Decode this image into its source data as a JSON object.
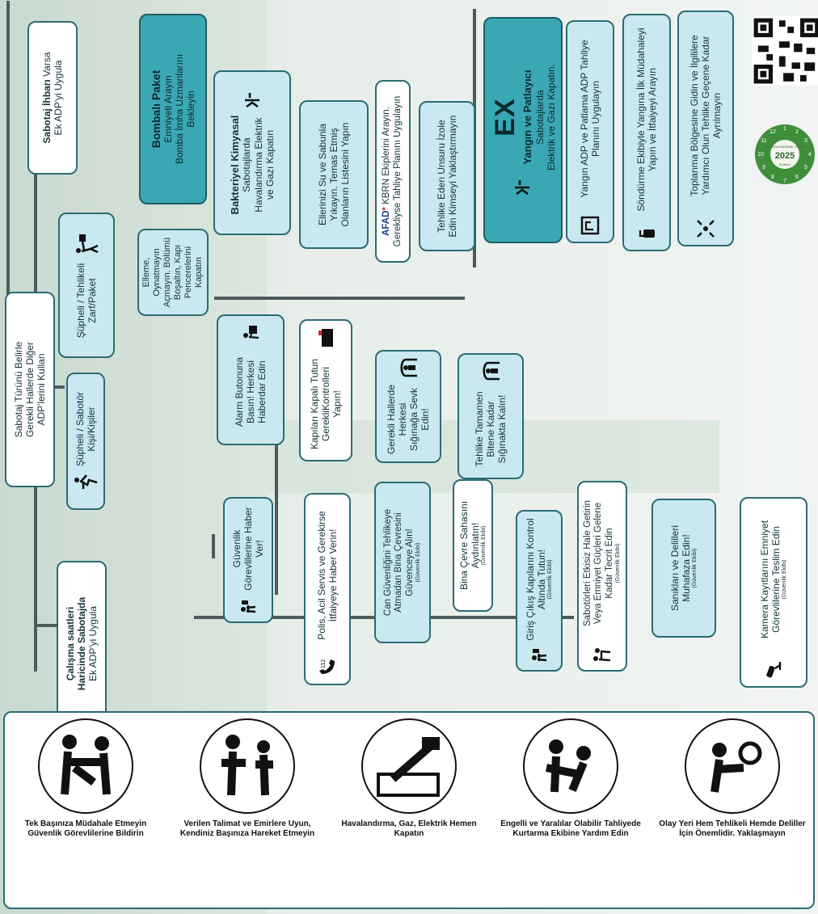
{
  "flow": {
    "top_left": {
      "line1": "Çalışma saatleri",
      "line2": "Haricinde Sabotajda",
      "line3": "Ek ADP'yi Uygula"
    },
    "top_center": {
      "line1": "Sabotaj Türünü Belirle",
      "line2": "Gerekli Hallerde Diğer",
      "line3": "ADP'lerini Kullan"
    },
    "top_right": {
      "line1": "Sabotaj İhbarı Varsa",
      "line2": "Ek ADP'yi Uygula"
    },
    "branch_persons": {
      "line1": "Şüpheli / Sabotör",
      "line2": "Kişi/Kişiler"
    },
    "branch_package": {
      "line1": "Şüpheli / Tehlikeli",
      "line2": "Zarf/Paket"
    },
    "package_note": {
      "line1": "Elleme, Oynatmayın",
      "line2": "Açmayın. Bölümü",
      "line3": "Boşaltın, Kapı Pencerelerini",
      "line4": "Kapatın"
    },
    "bomb": {
      "title": "Bombalı Paket",
      "line1": "Emniyeti Arayın",
      "line2": "Bomba İmha Uzmanlarını",
      "line3": "Bekleyin"
    },
    "left_column": [
      {
        "text": "Güvenlik Görevlilerine Haber Ver!",
        "sub": ""
      },
      {
        "text": "Polis, Acil Servis ve Gerekirse İtfaiyeye Haber Verin!",
        "sub": ""
      },
      {
        "text": "Can Güvenliğini Tehlikeye Atmadan Bina Çevresini Güvenceye Alın!",
        "sub": "(Güvenlik Ekibi)"
      },
      {
        "text": "Bina Çevre Sahasını Aydınlatın!",
        "sub": "(Güvenlik Ekibi)"
      },
      {
        "text": "Giriş Çıkış Kapılarını Kontrol Altında Tutun!",
        "sub": "(Güvenlik Ekibi)"
      },
      {
        "text": "Sabotörleri Etkisiz Hale Getirin Veya Emniyet Güçleri Gelene Kadar Tecrit Edin",
        "sub": "(Güvenlik Ekibi)"
      },
      {
        "text": "Sanıkları ve Delilleri Muhafaza Edin!",
        "sub": "(Güvenlik Ekibi)"
      },
      {
        "text": "Kamera Kayıtlarını Emniyet Görevlilerine Teslim Edin",
        "sub": "(Güvenlik Ekibi)"
      }
    ],
    "mid_column": [
      {
        "text": "Alarm Butonuna Basın! Herkesi Haberdar Edin"
      },
      {
        "text": "Kapıları Kapalı Tutun GerekliKontrolleri Yapın!"
      },
      {
        "text": "Gerekli Hallerde Herkesi Sığınağa Sevk Edin!"
      },
      {
        "text": "Tehlike Tamamen Bitene Kadar Sığınakta Kalın!"
      }
    ],
    "chem": {
      "title": "Bakteriyel Kimyasal",
      "line1": "Sabotajlarda",
      "line2": "Havalandırma Elektrik",
      "line3": "ve Gazı Kapatın",
      "items": [
        {
          "text": "Ellerinizi Su ve Sabunla Yıkayın. Temas Etmiş Olanların Listesini Yapın"
        },
        {
          "afad": "AFAD",
          "text": "KBRN Ekiplerini Arayın. Gerekliyse Tahliye Planını Uygulayın"
        },
        {
          "text": "Tehlike Eden Unsuru İzole Edin Kimseyi Yaklaştırmayın"
        }
      ]
    },
    "fire": {
      "ex": "EX",
      "title": "Yangın ve Patlayıcı",
      "line1": "Sabotajlarda",
      "line2": "Elektrik ve Gazı Kapatın.",
      "items": [
        {
          "text": "Yangın ADP ve Patlama ADP Tahliye Planını Uygulayın"
        },
        {
          "text": "Söndürme Ekibiyle Yangına İlk Müdahaleyi Yapın ve İtfaiyeyi Arayın"
        },
        {
          "text": "Toplanma Bölgesine Gidin ve İlgililere Yardımcı Olun Tehlike Geçene Kadar Ayrılmayın"
        }
      ]
    }
  },
  "panel": [
    {
      "text": "Tek Başınıza Müdahale Etmeyin Güvenlik Görevlilerine Bildirin",
      "icon": "people-struggle-icon"
    },
    {
      "text": "Verilen Talimat ve Emirlere Uyun, Kendiniz Başınıza Hareket Etmeyin",
      "icon": "instruction-people-icon"
    },
    {
      "text": "Havalandırma, Gaz, Elektrik Hemen Kapatın",
      "icon": "switch-off-icon"
    },
    {
      "text": "Engelli ve Yaralılar Olabilir Tahliyede Kurtarma Ekibine Yardım Edin",
      "icon": "rescue-injured-icon"
    },
    {
      "text": "Olay Yeri Hem Tehlikeli Hemde Deliller İçin Önemlidir. Yaklaşmayın",
      "icon": "crime-scene-icon"
    }
  ],
  "badge": {
    "top": "DEĞERLENDİRME TARİHİ",
    "year": "2025",
    "side": "SONUÇ",
    "months": [
      "1",
      "2",
      "3",
      "4",
      "5",
      "6",
      "7",
      "8",
      "9",
      "10",
      "11",
      "12"
    ]
  },
  "colors": {
    "dark_box": "#3aa7b5",
    "light_box": "#c9e8ef",
    "border": "#2c6b74",
    "line": "#4d5a5c"
  }
}
